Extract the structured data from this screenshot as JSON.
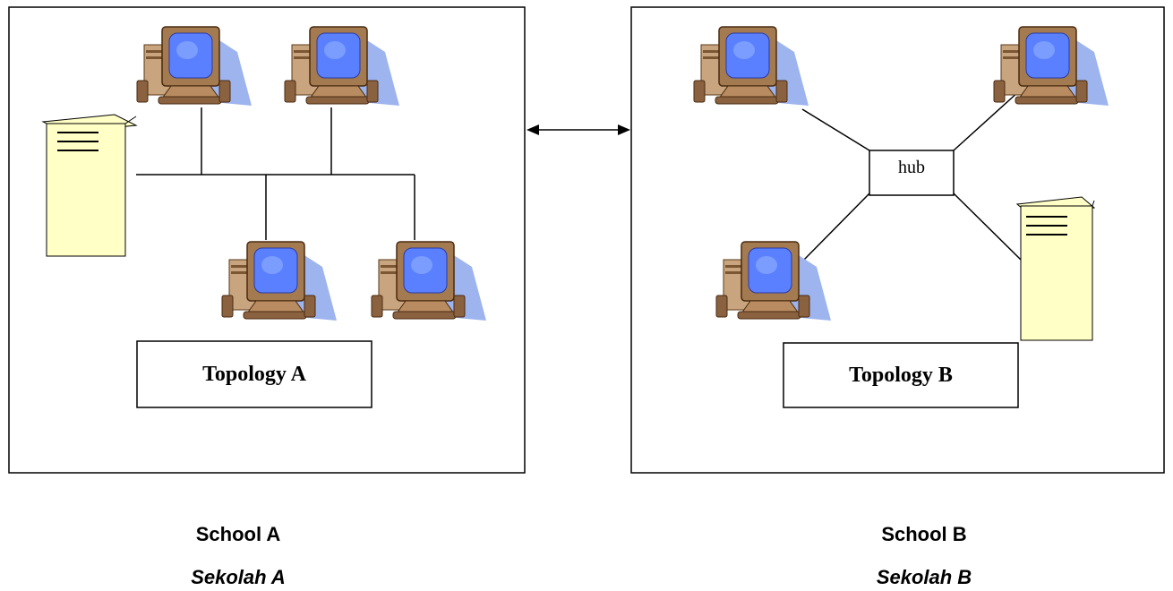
{
  "school_a": {
    "topology_label": "Topology A",
    "name": "School A",
    "name_malay": "Sekolah A"
  },
  "school_b": {
    "topology_label": "Topology B",
    "hub_label": "hub",
    "name": "School B",
    "name_malay": "Sekolah B"
  },
  "colors": {
    "monitor_body": "#a47a50",
    "monitor_screen": "#5a80ff",
    "monitor_shadow": "#9db4ee",
    "server_fill": "#ffffc6",
    "line": "#000000"
  }
}
